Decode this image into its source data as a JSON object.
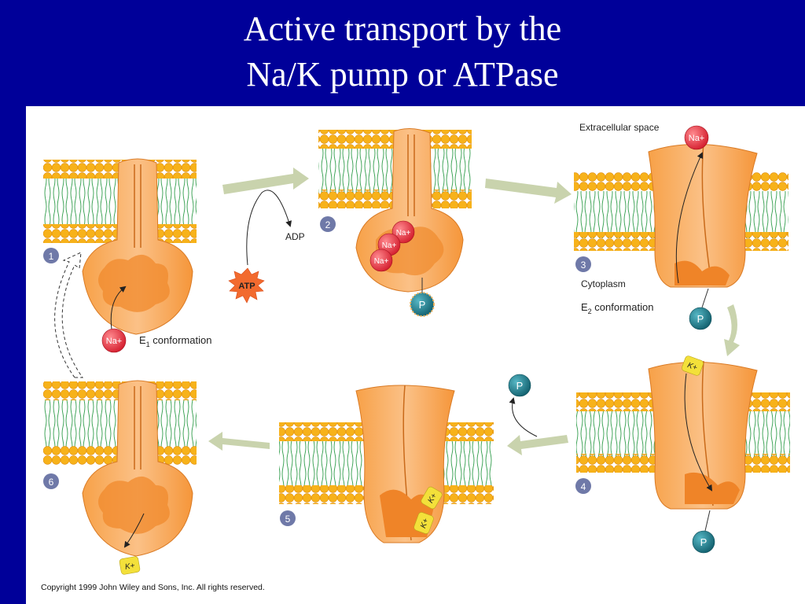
{
  "title": {
    "line1": "Active transport by the",
    "line2": "Na/K pump or ATPase"
  },
  "figure": {
    "steps": [
      "1",
      "2",
      "3",
      "4",
      "5",
      "6"
    ],
    "labels": {
      "extracellular": "Extracellular space",
      "cytoplasm": "Cytoplasm",
      "e1": "E",
      "e1_sub": "1",
      "e1_rest": " conformation",
      "e2": "E",
      "e2_sub": "2",
      "e2_rest": " conformation",
      "adp": "ADP",
      "atp": "ATP",
      "phosphate": "P",
      "sodium": "Na+",
      "potassium": "K+"
    },
    "colors": {
      "background": "#000099",
      "lipid_head": "#f7b21a",
      "lipid_tail": "#2f9c4a",
      "protein": "#f9a54b",
      "protein_light": "#fcd3a2",
      "sodium": "#e23040",
      "potassium": "#f3e03a",
      "phosphate": "#1d7a8a",
      "step_badge": "#6f79a8",
      "arrow": "#c9d3ad"
    }
  },
  "copyright": "Copyright 1999 John Wiley and Sons, Inc. All rights reserved."
}
